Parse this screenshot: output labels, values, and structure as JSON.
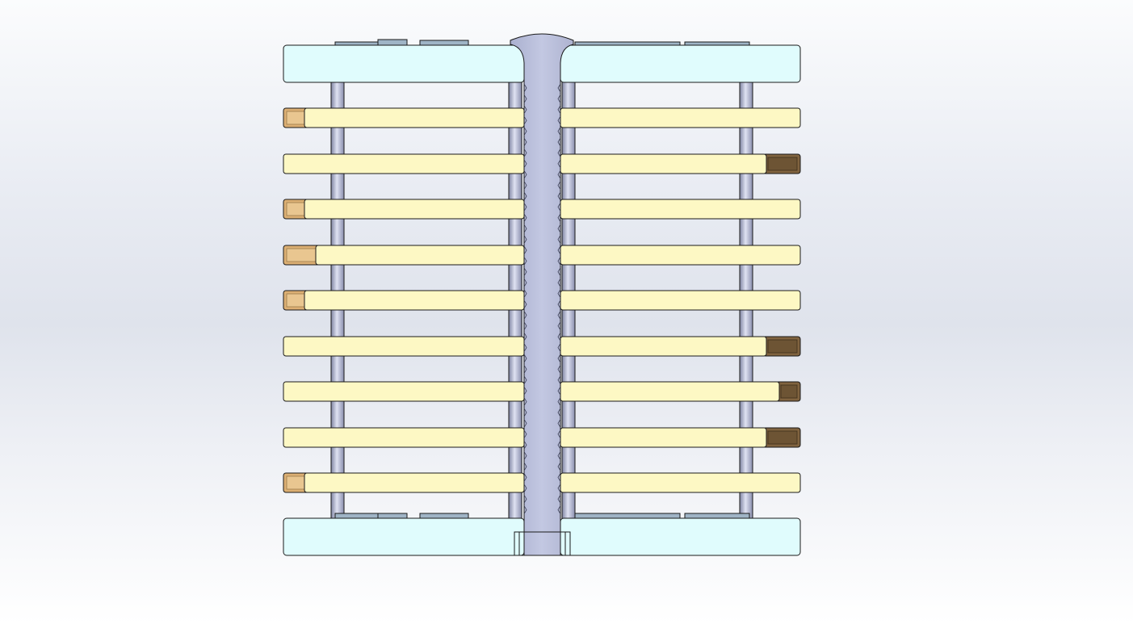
{
  "colors": {
    "background_top": "#fbfcfd",
    "background_mid": "#dfe3ec",
    "background_bottom": "#ffffff",
    "end_plate": "#e0fcfd",
    "plate_tab": "#9fb4c6",
    "bar": "#fdf8c4",
    "central_shaft": "#c3c8e2",
    "tie_rod": "#b4b8d2",
    "cap_tan": "#dcaf73",
    "cap_brown": "#80633f",
    "outline": "#1a1a1a"
  },
  "model": {
    "end_plates": [
      "top",
      "bottom"
    ],
    "bar_rows": 9,
    "left_caps": [
      "tan",
      "none",
      "tan",
      "tan",
      "tan",
      "none",
      "none",
      "none",
      "tan"
    ],
    "right_caps": [
      "none",
      "brown",
      "none",
      "none",
      "none",
      "brown",
      "brown",
      "brown",
      "none"
    ]
  }
}
